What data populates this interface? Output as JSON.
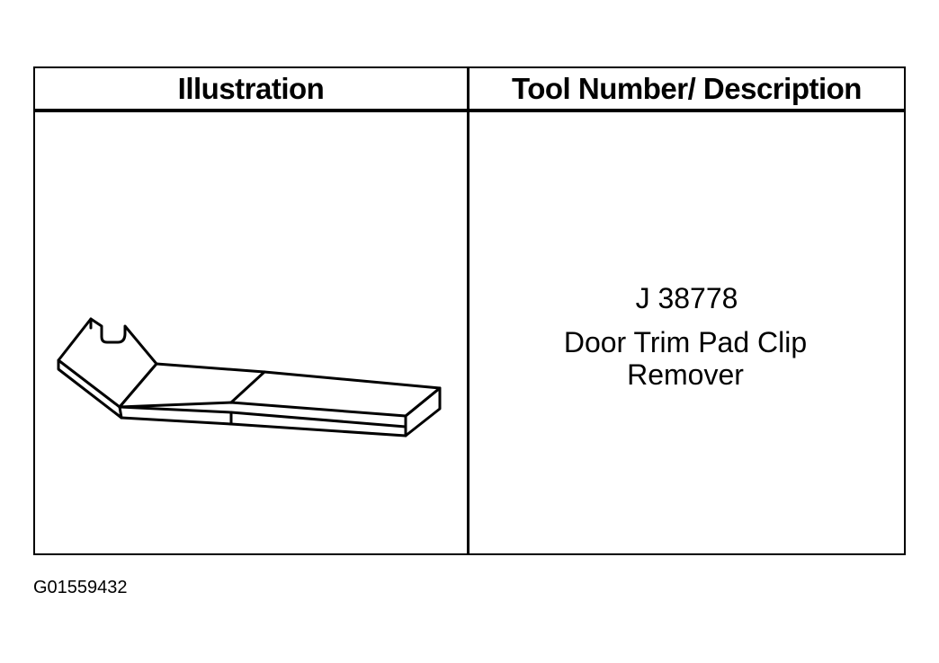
{
  "table": {
    "headers": {
      "illustration": "Illustration",
      "tool": "Tool Number/ Description"
    },
    "row": {
      "tool_number": "J 38778",
      "description": "Door Trim Pad Clip Remover",
      "illustration_icon": "trim-pad-clip-remover-tool-drawing"
    }
  },
  "figure_id": "G01559432"
}
